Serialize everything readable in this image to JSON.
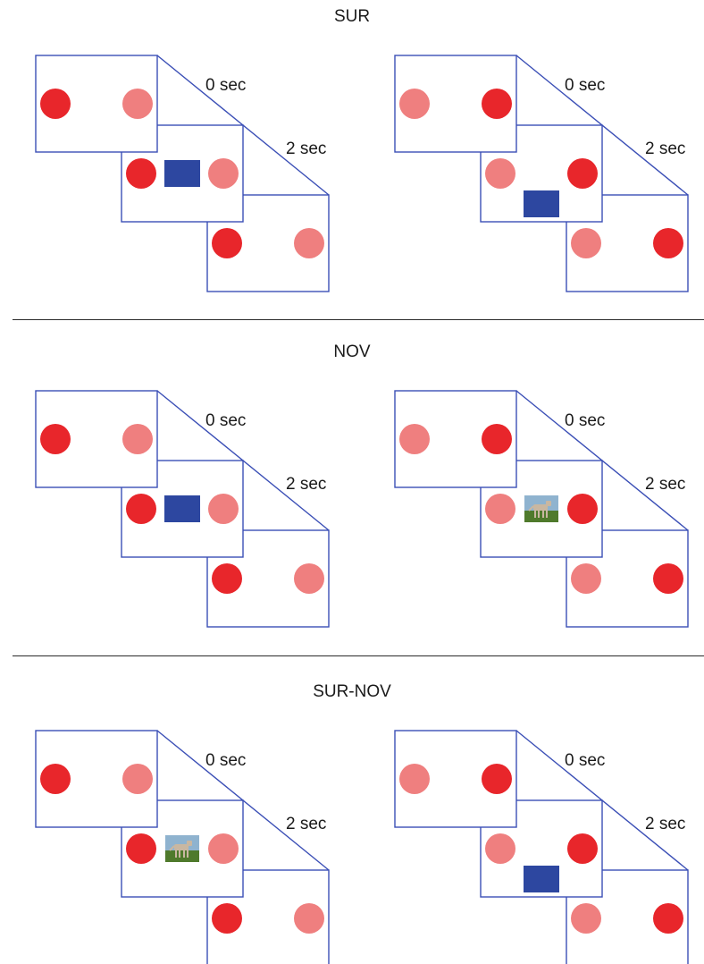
{
  "colors": {
    "frame": "#3b4fb6",
    "dot_bright": "#e8262b",
    "dot_pale": "#ef7f7f",
    "rectangle": "#2d47a0",
    "photo_sky": "#8fb3cf",
    "photo_grass": "#4f7a2c",
    "photo_dog": "#c9b7a1"
  },
  "sections": [
    {
      "title": "SUR",
      "trials": [
        {
          "time_labels": [
            "0 sec",
            "2 sec"
          ],
          "frame1": {
            "bright": "left"
          },
          "frame2": {
            "bright": "left",
            "cue": "rectangle",
            "cue_pos": "middle"
          },
          "frame3": {
            "bright": "left"
          }
        },
        {
          "time_labels": [
            "0 sec",
            "2 sec"
          ],
          "frame1": {
            "bright": "right"
          },
          "frame2": {
            "bright": "right",
            "cue": "rectangle",
            "cue_pos": "bottom-center"
          },
          "frame3": {
            "bright": "right"
          }
        }
      ]
    },
    {
      "title": "NOV",
      "trials": [
        {
          "time_labels": [
            "0 sec",
            "2 sec"
          ],
          "frame1": {
            "bright": "left"
          },
          "frame2": {
            "bright": "left",
            "cue": "rectangle",
            "cue_pos": "middle"
          },
          "frame3": {
            "bright": "left"
          }
        },
        {
          "time_labels": [
            "0 sec",
            "2 sec"
          ],
          "frame1": {
            "bright": "right"
          },
          "frame2": {
            "bright": "right",
            "cue": "dog-photo",
            "cue_pos": "middle"
          },
          "frame3": {
            "bright": "right"
          }
        }
      ]
    },
    {
      "title": "SUR-NOV",
      "trials": [
        {
          "time_labels": [
            "0 sec",
            "2 sec"
          ],
          "frame1": {
            "bright": "left"
          },
          "frame2": {
            "bright": "left",
            "cue": "dog-photo",
            "cue_pos": "middle"
          },
          "frame3": {
            "bright": "left"
          }
        },
        {
          "time_labels": [
            "0 sec",
            "2 sec"
          ],
          "frame1": {
            "bright": "right"
          },
          "frame2": {
            "bright": "right",
            "cue": "rectangle",
            "cue_pos": "bottom-center"
          },
          "frame3": {
            "bright": "right"
          }
        }
      ]
    }
  ]
}
